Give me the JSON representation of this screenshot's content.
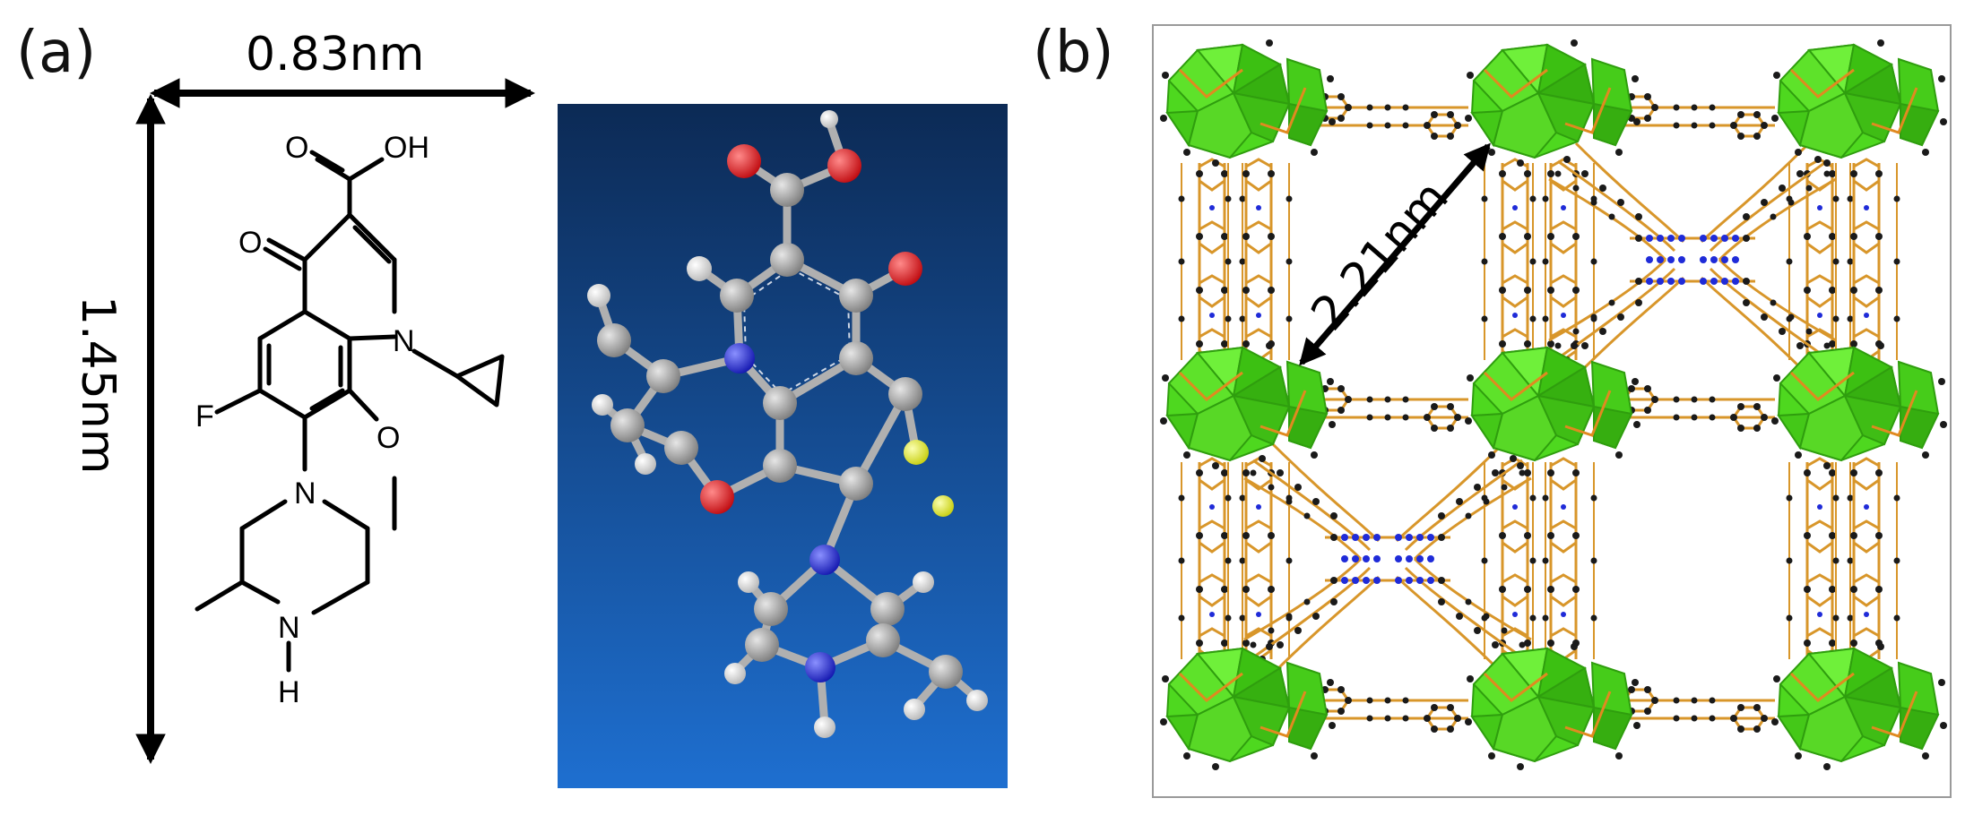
{
  "panel_a": {
    "label": "(a)",
    "width_dimension": "0.83nm",
    "height_dimension": "1.45nm",
    "atom_labels": {
      "carbonyl_oxygen": "O",
      "hydroxyl": "OH",
      "ketone_oxygen": "O",
      "ring_nitrogen": "N",
      "fluorine": "F",
      "methoxy_oxygen": "O",
      "piperazine_nitrogen_top": "N",
      "piperazine_nitrogen_bottom": "N",
      "amine_hydrogen": "H"
    },
    "ball_and_stick_model": {
      "background_colors": [
        "#0c2a55",
        "#1e6fd0"
      ],
      "atom_colors": {
        "carbon": "#9a9a9a",
        "hydrogen": "#f2f2f2",
        "oxygen": "#e0161c",
        "nitrogen": "#1f2bd8",
        "fluorine": "#e8ef3a"
      }
    }
  },
  "panel_b": {
    "label": "(b)",
    "pore_dimension": "2.21nm",
    "colors": {
      "cluster_polyhedra": "#4ed81f",
      "linker_carbon": "#1a1a1a",
      "linker_bond": "#d8962a",
      "linker_nitrogen": "#1f2bd8"
    }
  }
}
